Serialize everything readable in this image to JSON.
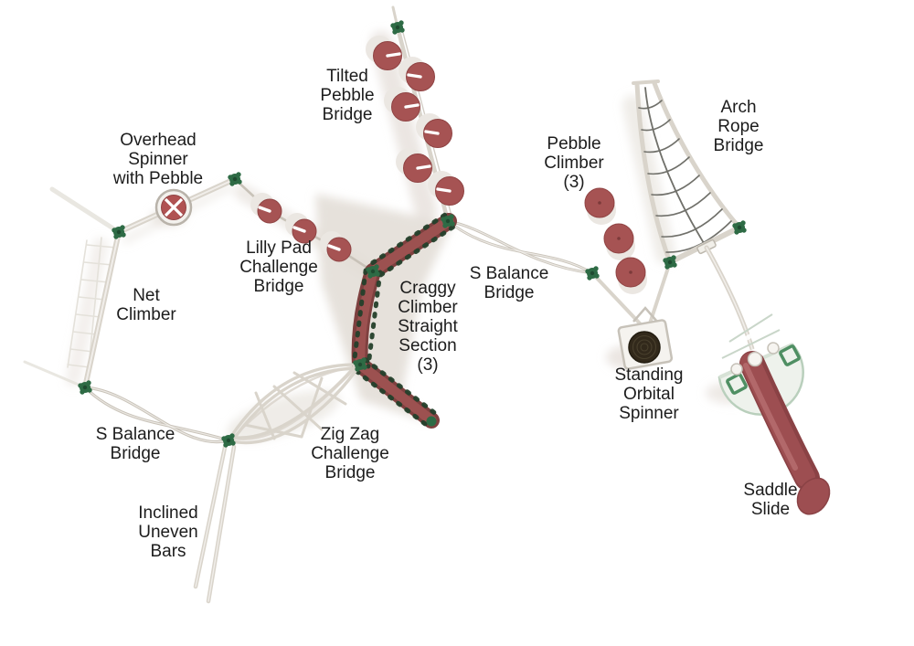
{
  "labels": {
    "tilted_pebble_bridge": "Tilted\nPebble\nBridge",
    "overhead_spinner_with_pebble": "Overhead\nSpinner\nwith Pebble",
    "lilly_pad_challenge_bridge": "Lilly Pad\nChallenge\nBridge",
    "net_climber": "Net\nClimber",
    "craggy_climber_straight_section": "Craggy\nClimber\nStraight\nSection\n(3)",
    "s_balance_bridge_right": "S Balance\nBridge",
    "pebble_climber": "Pebble\nClimber\n(3)",
    "arch_rope_bridge": "Arch\nRope\nBridge",
    "s_balance_bridge_left": "S Balance\nBridge",
    "zig_zag_challenge_bridge": "Zig Zag\nChallenge\nBridge",
    "inclined_uneven_bars": "Inclined\nUneven\nBars",
    "standing_orbital_spinner": "Standing\nOrbital\nSpinner",
    "saddle_slide": "Saddle\nSlide"
  },
  "colors": {
    "text_color": "#1c1c1c",
    "rail": "#d9d4cb",
    "rail_dark": "#c8c2b8",
    "net": "#e4e1da",
    "rope": "#70706a",
    "shadow": "#e2dcd5",
    "pebble_red": "#a65353",
    "pebble_shadow": "#ebe7e2",
    "craggy_red": "#9c5150",
    "craggy_dark": "#7e403f",
    "stud_green": "#24402b",
    "node_green": "#2e6b45",
    "spinner_red": "#b05252",
    "orbital_dark": "#32291b",
    "platform": "#eef2ec",
    "platform_edge": "#b9cfbc",
    "handle_green": "#4f8f63",
    "slide_red": "#9d4e51",
    "slide_dark": "#8a4245"
  }
}
